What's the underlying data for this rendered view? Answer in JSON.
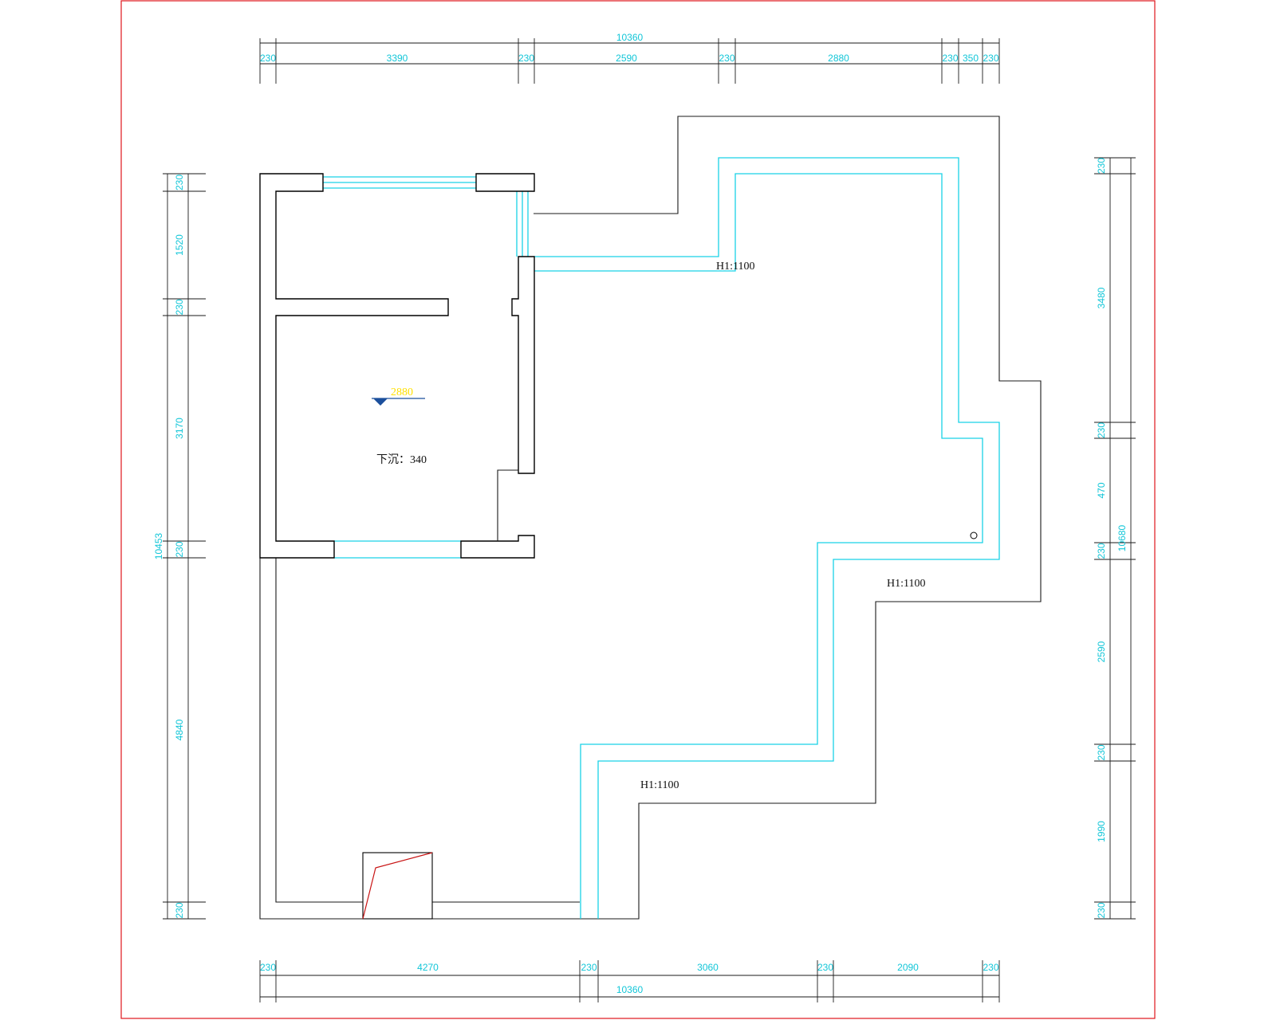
{
  "drawing": {
    "level_marker": "2880",
    "sunken_label": "下沉：340",
    "railing_labels": [
      "H1:1100",
      "H1:1100",
      "H1:1100"
    ]
  },
  "dimensions": {
    "top": {
      "overall": "10360",
      "segments": [
        "230",
        "3390",
        "230",
        "2590",
        "230",
        "2880",
        "230",
        "350",
        "230"
      ]
    },
    "bottom": {
      "overall": "10360",
      "segments": [
        "230",
        "4270",
        "230",
        "3060",
        "230",
        "2090",
        "230"
      ]
    },
    "left": {
      "overall": "10453",
      "segments": [
        "230",
        "1520",
        "230",
        "3170",
        "230",
        "4840",
        "230"
      ]
    },
    "right": {
      "overall": "10680",
      "segments": [
        "230",
        "3480",
        "230",
        "470",
        "230",
        "2590",
        "230",
        "1990",
        "230"
      ]
    }
  },
  "colors": {
    "frame": "#e0151b",
    "rail": "#19d2e6",
    "dim_text": "#12c6d8",
    "level_text": "#ffe000"
  }
}
